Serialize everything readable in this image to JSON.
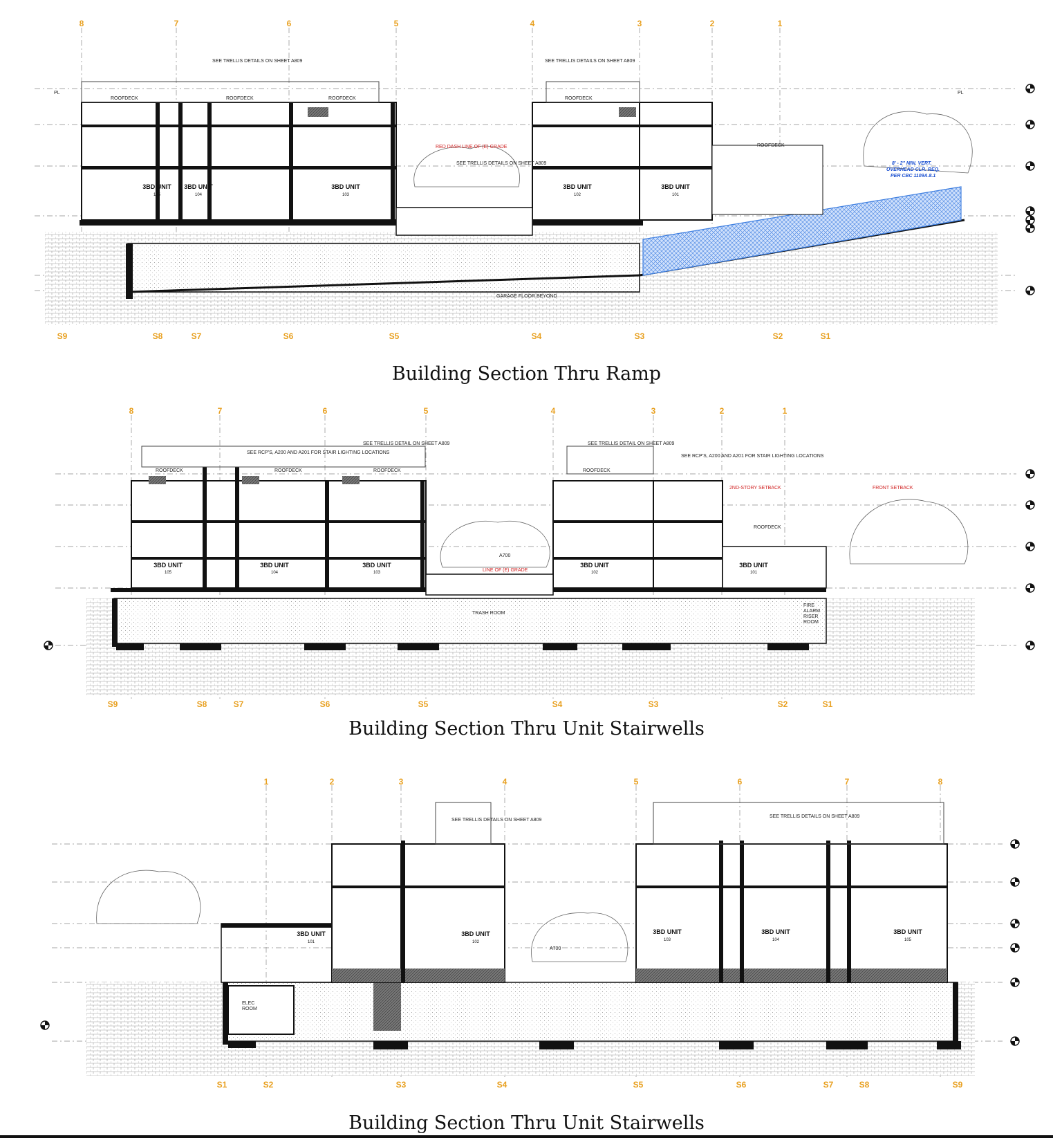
{
  "sections": [
    {
      "caption": "Building Section Thru Ramp",
      "grid_top": [
        "8",
        "7",
        "6",
        "5",
        "4",
        "3",
        "2",
        "1"
      ],
      "grid_bottom": [
        "S9",
        "S8",
        "S7",
        "S6",
        "S5",
        "S4",
        "S3",
        "S2",
        "S1"
      ],
      "roofdeck_label": "ROOFDECK",
      "units": [
        {
          "label": "3BD UNIT",
          "num": "105"
        },
        {
          "label": "3BD UNIT",
          "num": "104"
        },
        {
          "label": "3BD UNIT",
          "num": "103"
        },
        {
          "label": "3BD UNIT",
          "num": "102"
        },
        {
          "label": "3BD UNIT",
          "num": "101"
        }
      ],
      "notes": {
        "trellis_1": "SEE TRELLIS DETAILS ON SHEET A809",
        "trellis_2": "SEE TRELLIS DETAILS ON SHEET A809",
        "trellis_3": "SEE TRELLIS DETAILS ON SHEET A809",
        "grade": "RED DASH LINE OF (E) GRADE",
        "garage_floor": "GARAGE FLOOR BEYOND",
        "clearance_1": "8' - 2\" MIN. VERT.",
        "clearance_2": "OVERHEAD CLR. REQ.",
        "clearance_3": "PER CBC 1109A.8.1",
        "pl": "PL"
      }
    },
    {
      "caption": "Building Section Thru Unit Stairwells",
      "grid_top": [
        "8",
        "7",
        "6",
        "5",
        "4",
        "3",
        "2",
        "1"
      ],
      "grid_bottom": [
        "S9",
        "S8",
        "S7",
        "S6",
        "S5",
        "S4",
        "S3",
        "S2",
        "S1"
      ],
      "roofdeck_label": "ROOFDECK",
      "units": [
        {
          "label": "3BD UNIT",
          "num": "105"
        },
        {
          "label": "3BD UNIT",
          "num": "104"
        },
        {
          "label": "3BD UNIT",
          "num": "103"
        },
        {
          "label": "3BD UNIT",
          "num": "102"
        },
        {
          "label": "3BD UNIT",
          "num": "101"
        }
      ],
      "notes": {
        "rcp_1": "SEE RCP'S, A200 AND A201 FOR STAIR LIGHTING LOCATIONS",
        "rcp_2": "SEE RCP'S, A200 AND A201 FOR STAIR LIGHTING LOCATIONS",
        "trellis_1": "SEE TRELLIS DETAIL ON SHEET A809",
        "trellis_2": "SEE TRELLIS DETAIL ON SHEET A809",
        "grade": "LINE OF (E) GRADE",
        "trash": "TRASH ROOM",
        "fire_1": "FIRE",
        "fire_2": "ALARM",
        "fire_3": "RISER",
        "fire_4": "ROOM",
        "setback_1": "2ND-STORY SETBACK",
        "setback_2": "FRONT SETBACK",
        "tag": "A700"
      }
    },
    {
      "caption": "Building Section Thru Unit Stairwells",
      "grid_top": [
        "1",
        "2",
        "3",
        "4",
        "5",
        "6",
        "7",
        "8"
      ],
      "grid_bottom": [
        "S1",
        "S2",
        "S3",
        "S4",
        "S5",
        "S6",
        "S7",
        "S8",
        "S9"
      ],
      "units": [
        {
          "label": "3BD UNIT",
          "num": "101"
        },
        {
          "label": "3BD UNIT",
          "num": "102"
        },
        {
          "label": "3BD UNIT",
          "num": "103"
        },
        {
          "label": "3BD UNIT",
          "num": "104"
        },
        {
          "label": "3BD UNIT",
          "num": "105"
        }
      ],
      "notes": {
        "trellis_1": "SEE TRELLIS DETAILS ON SHEET A809",
        "trellis_2": "SEE TRELLIS DETAILS ON SHEET A809",
        "elec_1": "ELEC",
        "elec_2": "ROOM",
        "tag": "A700"
      }
    }
  ],
  "colors": {
    "grid_label": "#e8a020",
    "ramp_hatch": "#3f7fe0",
    "red_note": "#d02020",
    "line": "#111111"
  }
}
